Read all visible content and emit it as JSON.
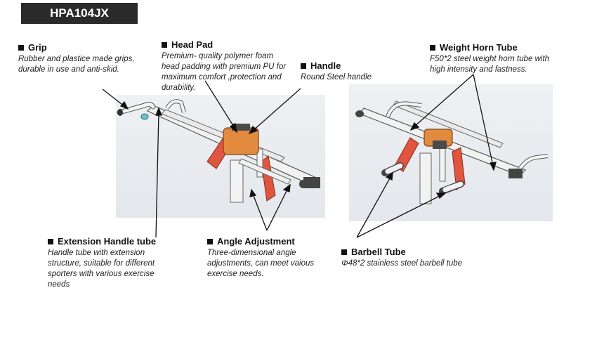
{
  "model": "HPA104JX",
  "callouts": {
    "grip": {
      "title": "Grip",
      "desc": "Rubber and plastice made grips, durable in use and anti-skid."
    },
    "head_pad": {
      "title": "Head Pad",
      "desc": "Premium- quality polymer foam head padding with premium PU for maximum comfort ,protection and durability."
    },
    "handle": {
      "title": "Handle",
      "desc": "Round Steel handle"
    },
    "weight_horn": {
      "title": "Weight Horn Tube",
      "desc": "F50*2 steel weight horn tube with high intensity and fastness."
    },
    "extension": {
      "title": "Extension Handle tube",
      "desc": "Handle tube with extension structure, suitable for different sporters with various exercise needs"
    },
    "angle": {
      "title": "Angle Adjustment",
      "desc": "Three-dimensional angle adjustments, can meet vaious exercise needs."
    },
    "barbell": {
      "title": "Barbell Tube",
      "desc": "Φ48*2 stainless steel barbell tube"
    }
  },
  "colors": {
    "frame": "#e8e8ea",
    "accent_red": "#e0553f",
    "pad": "#e28a3d",
    "badge": "#2a2a2a"
  }
}
